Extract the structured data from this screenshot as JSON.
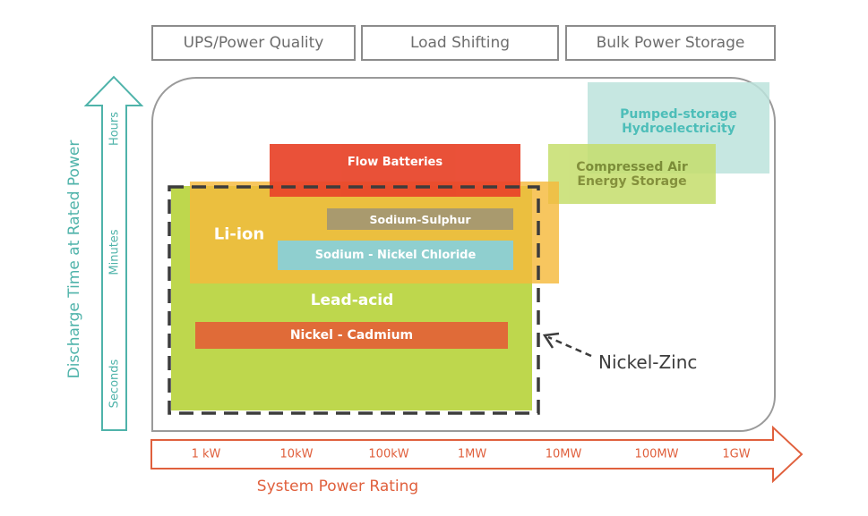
{
  "applications": [
    "UPS/Power Quality",
    "Load Shifting",
    "Bulk Power Storage"
  ],
  "y_axis": {
    "title": "Discharge Time at Rated Power",
    "ticks": [
      "Seconds",
      "Minutes",
      "Hours"
    ],
    "color": "#4fb3aa"
  },
  "x_axis": {
    "title": "System Power Rating",
    "ticks": [
      "1 kW",
      "10kW",
      "100kW",
      "1MW",
      "10MW",
      "100MW",
      "1GW"
    ],
    "color": "#e0603d"
  },
  "technologies": {
    "lead_acid": "Lead-acid",
    "li_ion": "Li-ion",
    "flow_batteries": "Flow Batteries",
    "sodium_sulphur": "Sodium-Sulphur",
    "sodium_nickel_chloride": "Sodium - Nickel Chloride",
    "nickel_cadmium": "Nickel - Cadmium",
    "nickel_zinc": "Nickel-Zinc",
    "caes_line1": "Compressed Air",
    "caes_line2": "Energy Storage",
    "phs_line1": "Pumped-storage",
    "phs_line2": "Hydroelectricity"
  },
  "colors": {
    "lead_acid": "#b7d33a",
    "li_ion": "#f5b93c",
    "flow_batteries": "#e8442a",
    "sodium_sulphur": "#a99a6e",
    "sodium_nickel_chloride": "#8fcfcf",
    "nickel_cadmium": "#e06b38",
    "caes": "#c5de6c",
    "phs": "#bde3dc"
  }
}
